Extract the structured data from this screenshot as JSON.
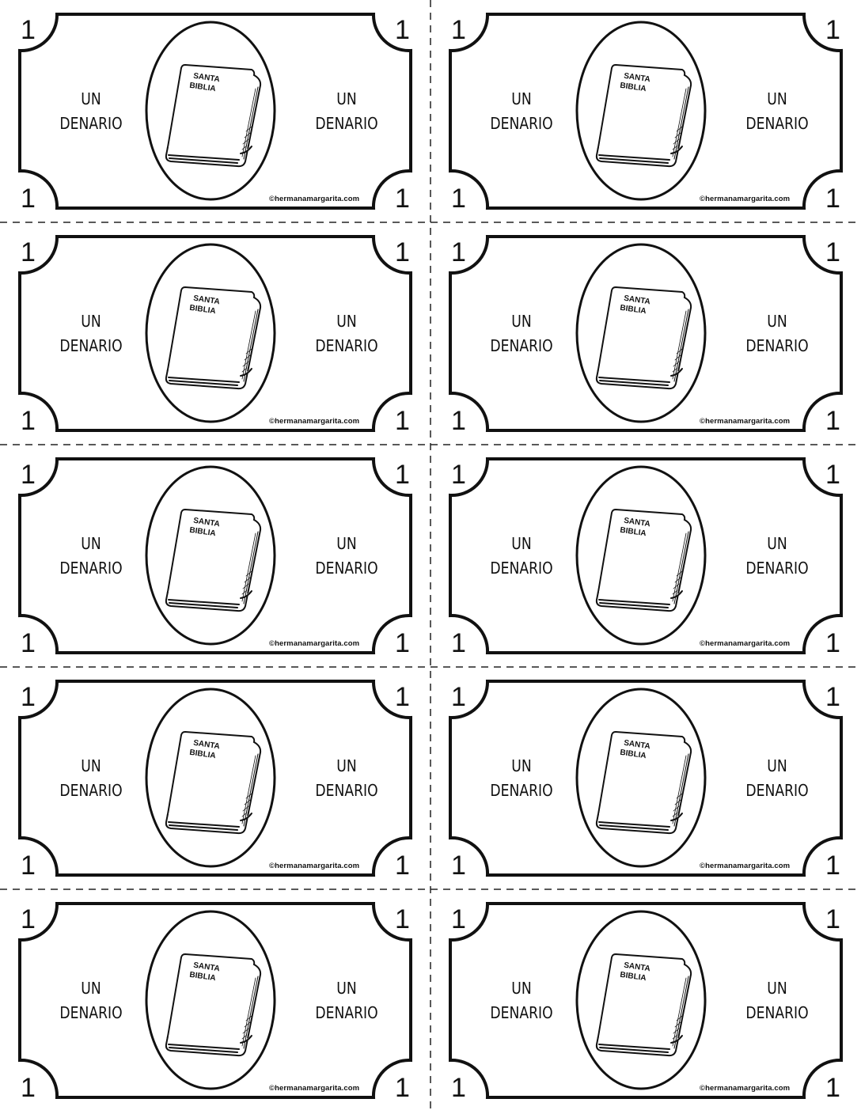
{
  "sheet": {
    "denomination": "1",
    "line1": "UN",
    "line2": "DENARIO",
    "book_line1": "SANTA",
    "book_line2": "BIBLIA",
    "copyright": "©hermanamargarita.com",
    "book_icon": "bible-book-icon"
  },
  "bills": [
    {
      "denomination": "1",
      "line1": "UN",
      "line2": "DENARIO",
      "book_line1": "SANTA",
      "book_line2": "BIBLIA",
      "copyright": "©hermanamargarita.com"
    },
    {
      "denomination": "1",
      "line1": "UN",
      "line2": "DENARIO",
      "book_line1": "SANTA",
      "book_line2": "BIBLIA",
      "copyright": "©hermanamargarita.com"
    },
    {
      "denomination": "1",
      "line1": "UN",
      "line2": "DENARIO",
      "book_line1": "SANTA",
      "book_line2": "BIBLIA",
      "copyright": "©hermanamargarita.com"
    },
    {
      "denomination": "1",
      "line1": "UN",
      "line2": "DENARIO",
      "book_line1": "SANTA",
      "book_line2": "BIBLIA",
      "copyright": "©hermanamargarita.com"
    },
    {
      "denomination": "1",
      "line1": "UN",
      "line2": "DENARIO",
      "book_line1": "SANTA",
      "book_line2": "BIBLIA",
      "copyright": "©hermanamargarita.com"
    },
    {
      "denomination": "1",
      "line1": "UN",
      "line2": "DENARIO",
      "book_line1": "SANTA",
      "book_line2": "BIBLIA",
      "copyright": "©hermanamargarita.com"
    },
    {
      "denomination": "1",
      "line1": "UN",
      "line2": "DENARIO",
      "book_line1": "SANTA",
      "book_line2": "BIBLIA",
      "copyright": "©hermanamargarita.com"
    },
    {
      "denomination": "1",
      "line1": "UN",
      "line2": "DENARIO",
      "book_line1": "SANTA",
      "book_line2": "BIBLIA",
      "copyright": "©hermanamargarita.com"
    },
    {
      "denomination": "1",
      "line1": "UN",
      "line2": "DENARIO",
      "book_line1": "SANTA",
      "book_line2": "BIBLIA",
      "copyright": "©hermanamargarita.com"
    },
    {
      "denomination": "1",
      "line1": "UN",
      "line2": "DENARIO",
      "book_line1": "SANTA",
      "book_line2": "BIBLIA",
      "copyright": "©hermanamargarita.com"
    }
  ]
}
